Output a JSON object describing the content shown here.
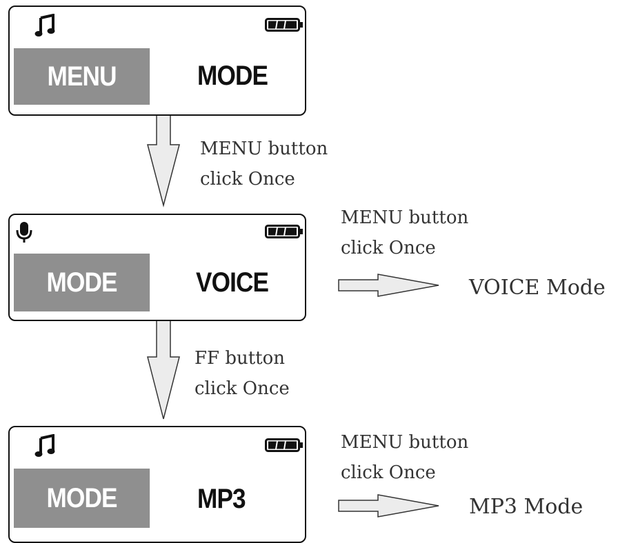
{
  "screens": [
    {
      "icon": "music-note-icon",
      "highlight_label": "MENU",
      "plain_label": "MODE"
    },
    {
      "icon": "microphone-icon",
      "highlight_label": "MODE",
      "plain_label": "VOICE"
    },
    {
      "icon": "music-note-icon",
      "highlight_label": "MODE",
      "plain_label": "MP3"
    }
  ],
  "transitions": {
    "menu_to_voice": {
      "line1": "MENU button",
      "line2": "click Once"
    },
    "voice_to_mp3": {
      "line1": "FF button",
      "line2": "click Once"
    }
  },
  "side_actions": [
    {
      "line1": "MENU button",
      "line2": "click Once",
      "result": "VOICE Mode"
    },
    {
      "line1": "MENU button",
      "line2": "click Once",
      "result": "MP3 Mode"
    }
  ],
  "colors": {
    "highlight_box": "#8f8f8f",
    "arrow_fill": "#e9e9e9",
    "outline": "#111111"
  }
}
